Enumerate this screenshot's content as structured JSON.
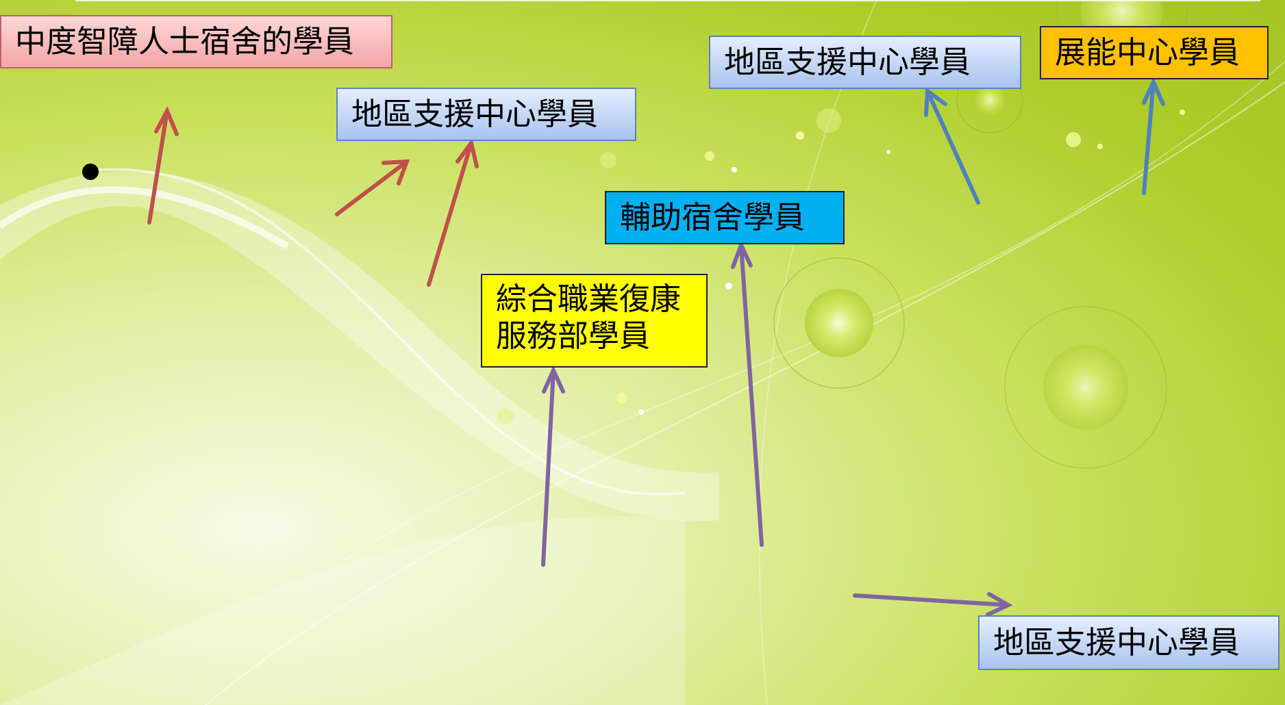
{
  "labels": {
    "moderate_hostel": "中度智障人士宿舍的學員",
    "district_support_1": "地區支援中心學員",
    "district_support_2": "地區支援中心學員",
    "district_support_3": "地區支援中心學員",
    "supported_hostel": "輔助宿舍學員",
    "vocational_rehab": "綜合職業復康服務部學員",
    "activity_centre": "展能中心學員"
  },
  "colors": {
    "red_arrow": "#c0504d",
    "purple_arrow": "#8064a2",
    "blue_arrow": "#4f81bd",
    "pink_box": "#f3a6a6",
    "blue_box": "#a9c3ee",
    "cyan_box": "#00b0f0",
    "yellow_box": "#ffff00",
    "orange_box": "#ffc000"
  }
}
